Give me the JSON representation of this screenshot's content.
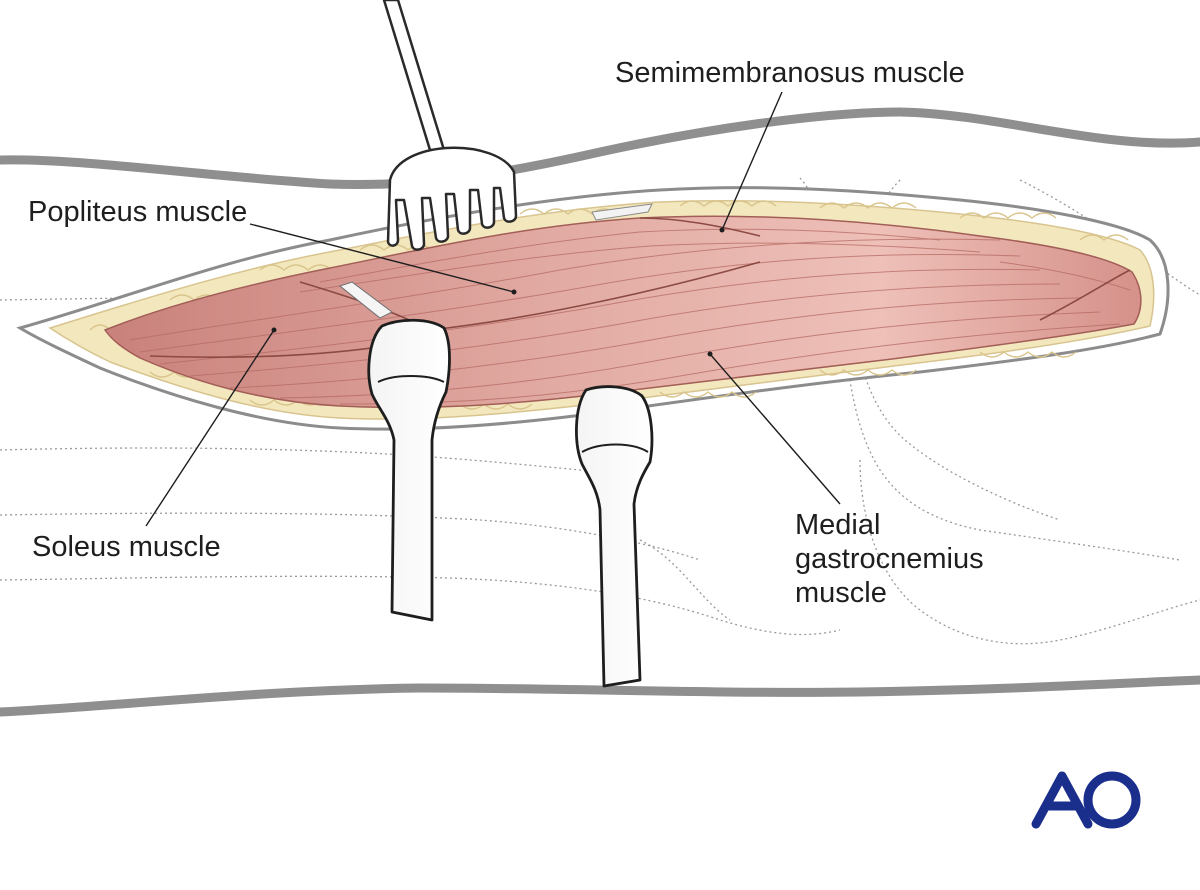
{
  "labels": {
    "semimembranosus": "Semimembranosus muscle",
    "popliteus": "Popliteus muscle",
    "soleus": "Soleus muscle",
    "medial_line1": "Medial",
    "medial_line2": "gastrocnemius",
    "medial_line3": "muscle"
  },
  "logo": {
    "text": "AO",
    "color": "#1a2e8c"
  },
  "colors": {
    "muscle": "#d99a93",
    "muscle_dark": "#b9706a",
    "fat": "#f3e7bd",
    "skin_outline": "#8c8c8c",
    "leader_line": "#1e1e1e"
  },
  "icons": [
    "rake-retractor-icon",
    "blunt-retractor-icon",
    "ao-logo-icon"
  ]
}
